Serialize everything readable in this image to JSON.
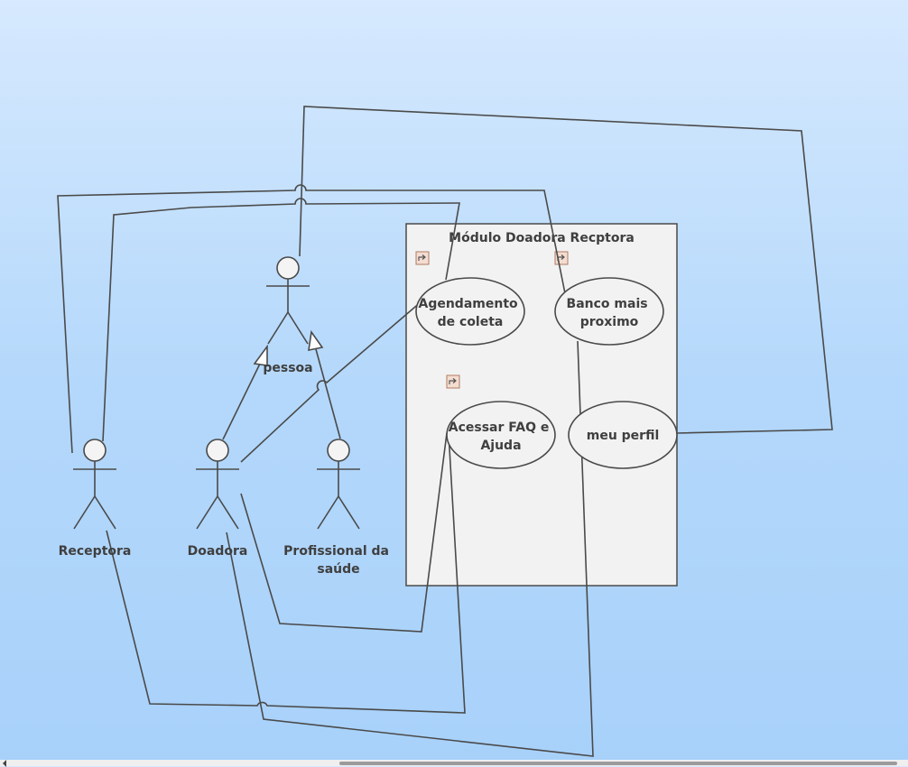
{
  "boundary": {
    "title": "Módulo Doadora Recptora"
  },
  "actors": {
    "pessoa": "pessoa",
    "receptora": "Receptora",
    "doadora": "Doadora",
    "profissional_line1": "Profissional da",
    "profissional_line2": "saúde"
  },
  "use_cases": {
    "agendamento_line1": "Agendamento",
    "agendamento_line2": "de coleta",
    "banco_line1": "Banco mais",
    "banco_line2": "proximo",
    "faq_line1": "Acessar FAQ e",
    "faq_line2": "Ajuda",
    "perfil": "meu perfil"
  },
  "icons": [
    "link-icon",
    "link-icon",
    "link-icon"
  ],
  "colors": {
    "line": "#4a4a4a",
    "boundary_fill": "#f2f2f2",
    "ellipse_fill": "#f2f2f2",
    "text": "#3f3f3f"
  }
}
